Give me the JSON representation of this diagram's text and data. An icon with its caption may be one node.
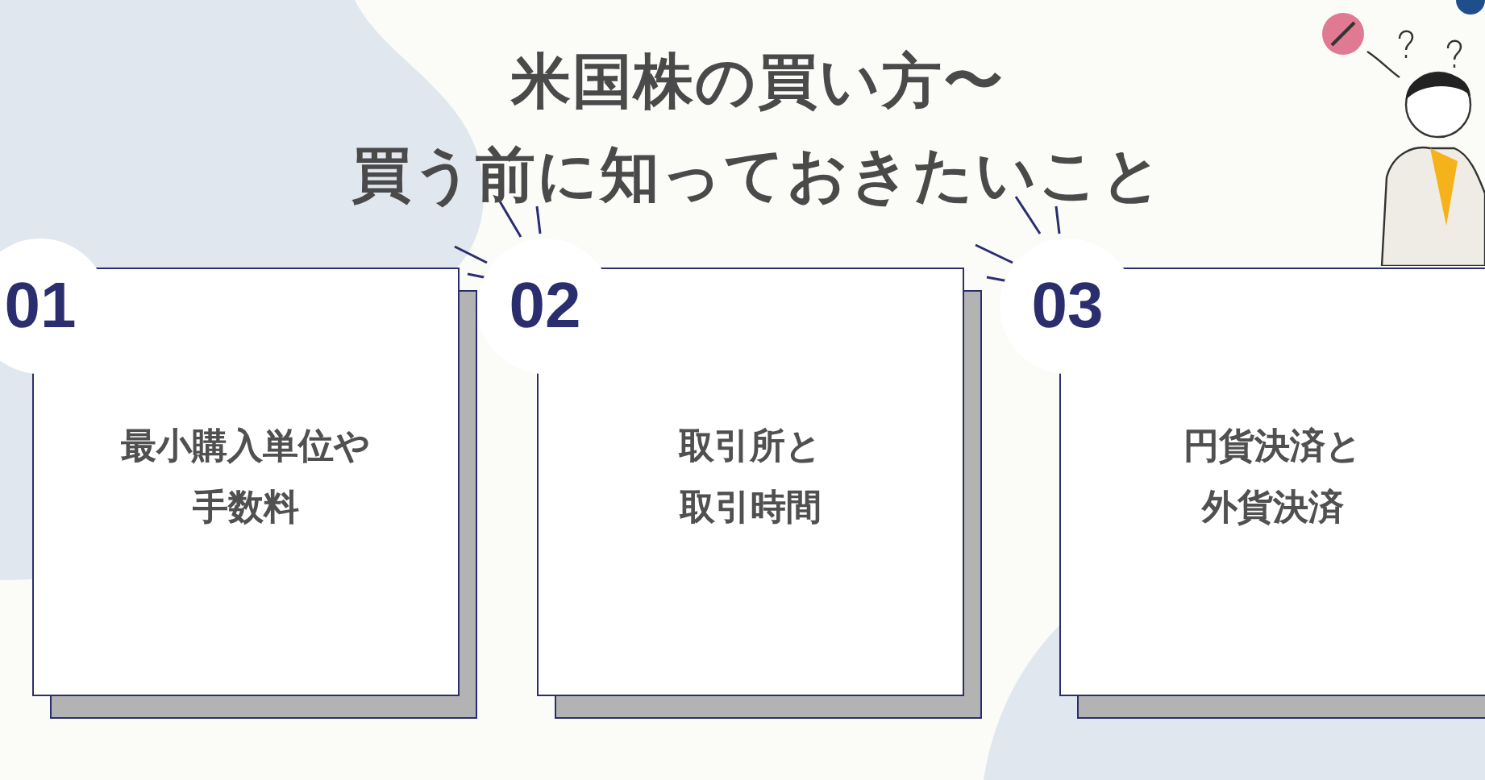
{
  "diagram": {
    "title": "米国株の買い方〜買う前に知っておきたいこと",
    "nodes": [
      {
        "text": [
          "01",
          "最小購入単位や手数料"
        ]
      },
      {
        "text": [
          "02",
          "取引所と取引時間"
        ]
      },
      {
        "text": [
          "03",
          "円貨決済と外貨決済"
        ]
      }
    ]
  }
}
